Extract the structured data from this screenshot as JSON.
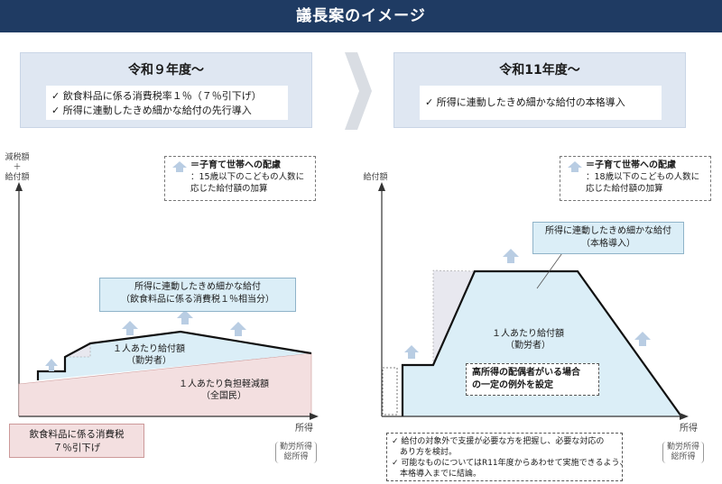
{
  "title": "議長案のイメージ",
  "left_phase": {
    "title": "令和９年度～",
    "items": [
      "✓ 飲食料品に係る消費税率１％（７％引下げ）",
      "✓ 所得に連動したきめ細かな給付の先行導入"
    ]
  },
  "right_phase": {
    "title": "令和11年度～",
    "items": [
      "✓ 所得に連動したきめ細かな給付の本格導入"
    ]
  },
  "left_chart": {
    "y_axis": [
      "減税額",
      "＋",
      "給付額"
    ],
    "x_axis": "所得",
    "x_axis_sub": [
      "勤労所得",
      "総所得"
    ],
    "legend": {
      "title": "＝子育て世帯への配慮",
      "line1": "：15歳以下のこどもの人数に",
      "line2": "応じた給付額の加算"
    },
    "callout": [
      "所得に連動したきめ細かな給付",
      "（飲食料品に係る消費税１％相当分）"
    ],
    "benefit_label": "１人あたり給付額",
    "benefit_group": "（勤労者）",
    "tax_label": "１人あたり負担軽減額",
    "tax_group": "（全国民）",
    "pink_box": [
      "飲食料品に係る消費税",
      "７％引下げ"
    ]
  },
  "right_chart": {
    "y_axis": "給付額",
    "x_axis": "所得",
    "x_axis_sub": [
      "勤労所得",
      "総所得"
    ],
    "legend": {
      "title": "＝子育て世帯への配慮",
      "line1": "：18歳以下のこどもの人数に",
      "line2": "応じた給付額の加算"
    },
    "callout": [
      "所得に連動したきめ細かな給付",
      "（本格導入）"
    ],
    "benefit_label": "１人あたり給付額",
    "benefit_group": "（勤労者）",
    "exception": [
      "高所得の配偶者がいる場合",
      "の一定の例外を設定"
    ],
    "notes": [
      "✓ 給付の対象外で支援が必要な方を把握し、必要な対応の",
      "　あり方を検討。",
      "✓ 可能なものについてはR11年度からあわせて実施できるよう、",
      "　本格導入までに結論。"
    ]
  },
  "colors": {
    "navy": "#1f3b63",
    "light_blue": "#dbeef7",
    "pink": "#f3dfe0",
    "arrow": "#b9cde3"
  }
}
